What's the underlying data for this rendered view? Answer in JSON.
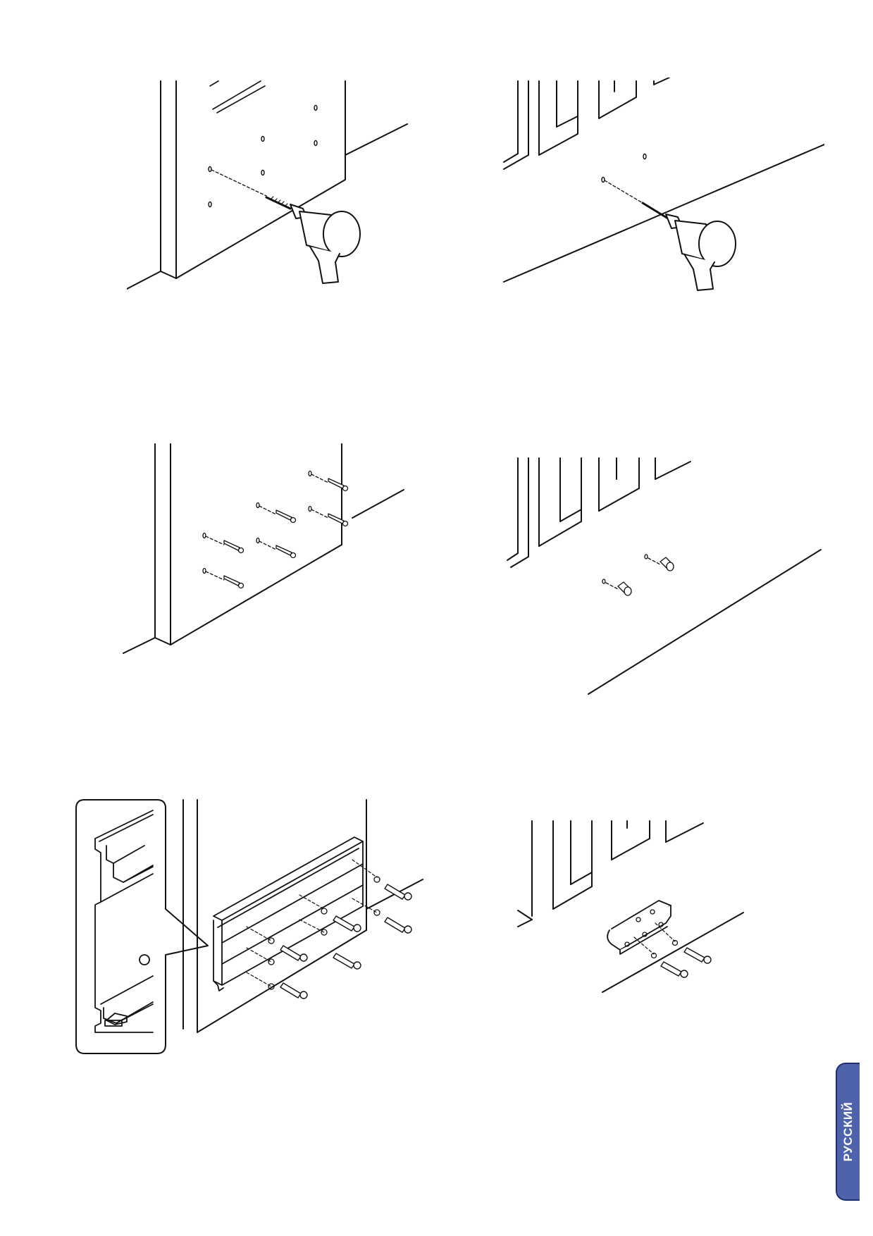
{
  "page": {
    "language_tab": "РУССКИЙ"
  },
  "illustrations": [
    {
      "id": "step-1",
      "subject": "drill-holes-in-pillar"
    },
    {
      "id": "step-2",
      "subject": "drill-holes-in-floor"
    },
    {
      "id": "step-3",
      "subject": "insert-anchors-in-pillar"
    },
    {
      "id": "step-4",
      "subject": "insert-anchors-in-floor"
    },
    {
      "id": "step-5",
      "subject": "fix-rail-to-pillar"
    },
    {
      "id": "step-6",
      "subject": "fix-bracket-to-floor"
    }
  ],
  "colors": {
    "line": "#111111",
    "tab_fill": "#4f63ad",
    "tab_border": "#1f2f6e",
    "tab_text": "#ffffff"
  }
}
